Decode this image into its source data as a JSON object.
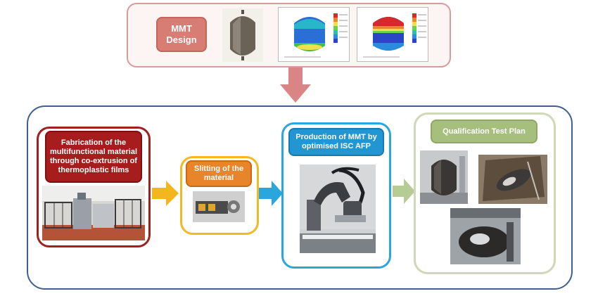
{
  "design": {
    "label": "MMT\nDesign"
  },
  "stages": [
    {
      "title": "Fabrication of the multifunctional material through co-extrusion of thermoplastic films"
    },
    {
      "title": "Slitting of the material"
    },
    {
      "title": "Production of MMT by optimised ISC AFP"
    },
    {
      "title": "Qualification Test Plan"
    }
  ],
  "colors": {
    "design_accent": "#d77d73",
    "stage1": "#a71c1c",
    "stage2": "#e8842a",
    "stage3": "#2196d3",
    "stage4": "#a7bf7c",
    "frame": "#3e5f8f"
  }
}
